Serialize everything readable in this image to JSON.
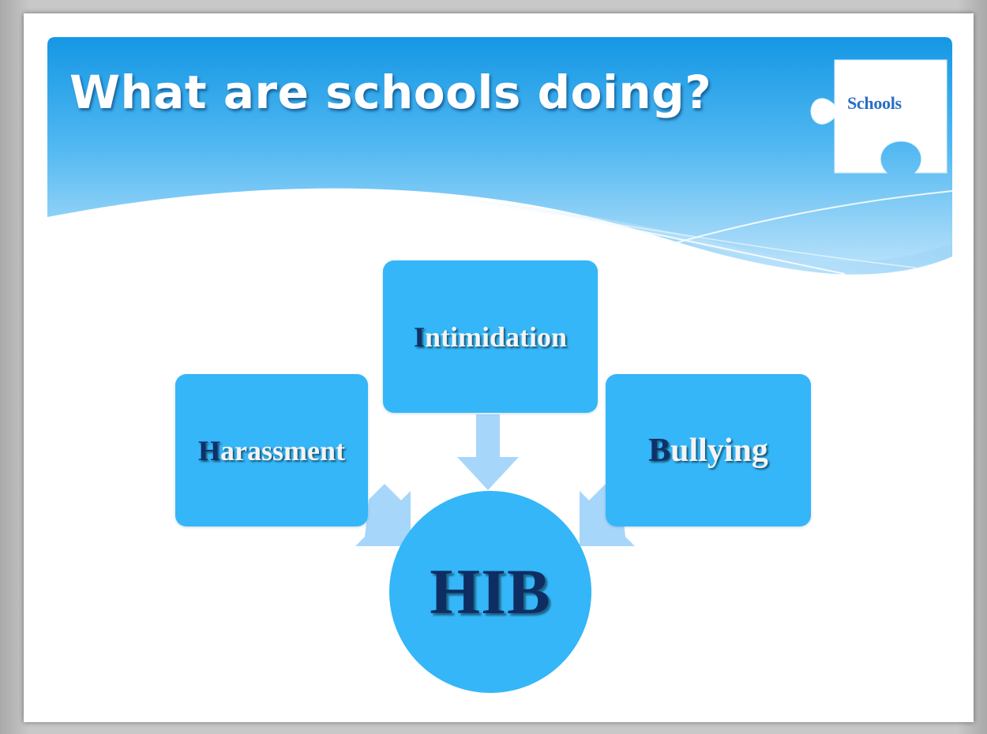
{
  "slide": {
    "title": "What are schools doing?",
    "badge_label": "Schools"
  },
  "diagram": {
    "center": "HIB",
    "items": [
      {
        "initial": "I",
        "rest": "ntimidation"
      },
      {
        "initial": "H",
        "rest": "arassment"
      },
      {
        "initial": "B",
        "rest": "ullying"
      }
    ]
  },
  "colors": {
    "banner_blue": "#1a9ee8",
    "box_fill": "#34b6f8",
    "arrow_fill": "#a7d6fb",
    "initial_text": "#0f3068",
    "center_text": "#0e2e63"
  }
}
